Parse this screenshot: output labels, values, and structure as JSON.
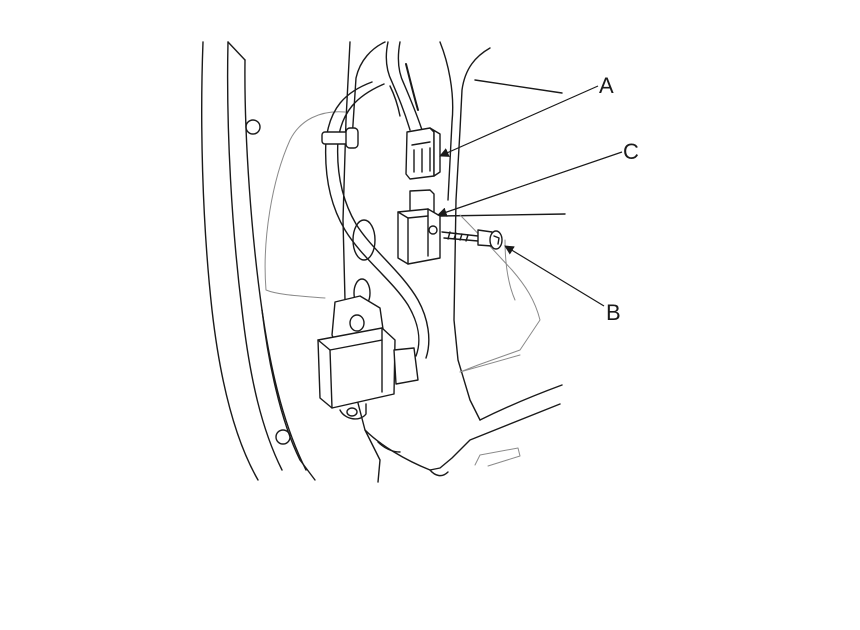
{
  "callouts": {
    "a": "A",
    "b": "B",
    "c": "C"
  },
  "colors": {
    "ink": "#1a1a1a",
    "secondary_line": "#8a8a8a",
    "background": "#ffffff"
  }
}
